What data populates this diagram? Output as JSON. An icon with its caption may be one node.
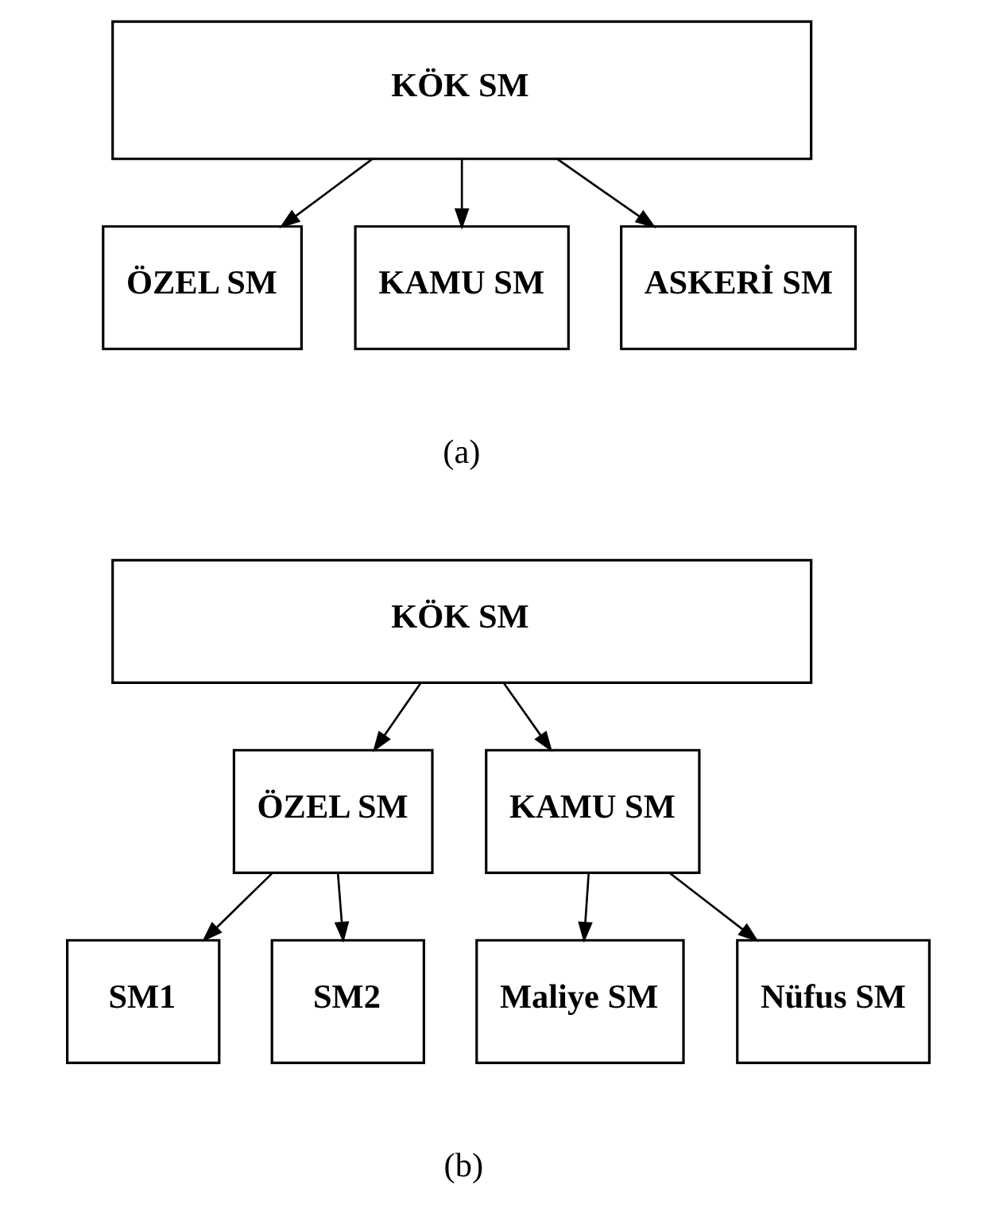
{
  "diagram": {
    "nodes": [
      {
        "text": [
          "KÖK SM"
        ]
      },
      {
        "text": [
          "ÖZEL SM"
        ]
      },
      {
        "text": [
          "KAMU SM"
        ]
      },
      {
        "text": [
          "ASKERİ SM"
        ]
      },
      {
        "text": [
          "KÖK SM"
        ]
      },
      {
        "text": [
          "ÖZEL SM"
        ]
      },
      {
        "text": [
          "KAMU SM"
        ]
      },
      {
        "text": [
          "SM1"
        ]
      },
      {
        "text": [
          "SM2"
        ]
      },
      {
        "text": [
          "Maliye SM"
        ]
      },
      {
        "text": [
          "Nüfus SM"
        ]
      }
    ],
    "edges": [
      {
        "from": 0,
        "to": 1,
        "arrow": "to"
      },
      {
        "from": 0,
        "to": 2,
        "arrow": "to"
      },
      {
        "from": 0,
        "to": 3,
        "arrow": "to"
      },
      {
        "from": 4,
        "to": 5,
        "arrow": "to"
      },
      {
        "from": 4,
        "to": 6,
        "arrow": "to"
      },
      {
        "from": 5,
        "to": 7,
        "arrow": "to"
      },
      {
        "from": 5,
        "to": 8,
        "arrow": "to"
      },
      {
        "from": 6,
        "to": 9,
        "arrow": "to"
      },
      {
        "from": 6,
        "to": 10,
        "arrow": "to"
      }
    ],
    "labels": [
      "(a)",
      "(b)"
    ]
  }
}
